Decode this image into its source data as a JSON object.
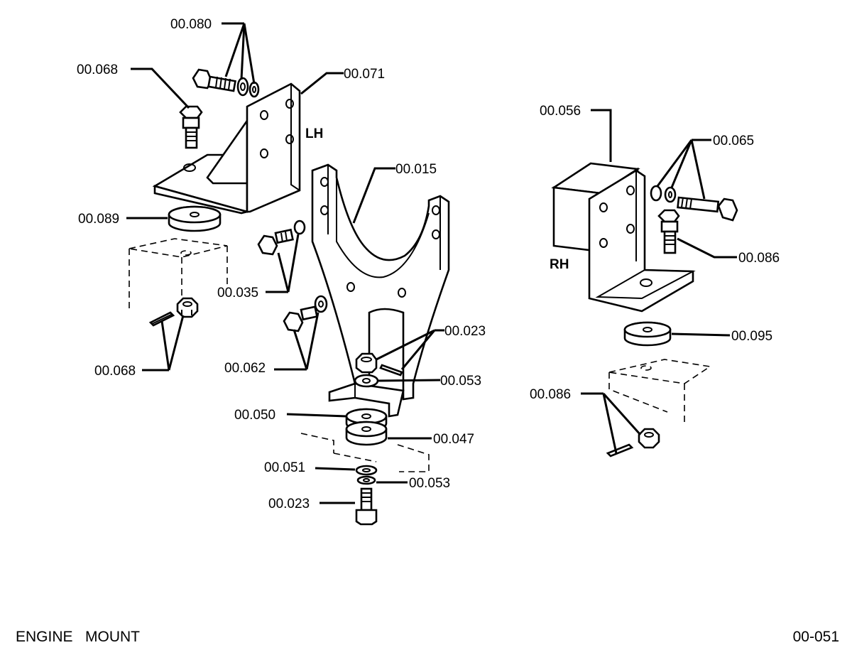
{
  "footer": {
    "title": "ENGINE   MOUNT",
    "page": "00-051"
  },
  "side_labels": {
    "lh": "LH",
    "rh": "RH"
  },
  "callouts": {
    "c_080": "00.080",
    "c_068_top": "00.068",
    "c_071": "00.071",
    "c_015": "00.015",
    "c_089": "00.089",
    "c_035": "00.035",
    "c_068_bottom": "00.068",
    "c_062": "00.062",
    "c_023_top": "00.023",
    "c_053_top": "00.053",
    "c_050": "00.050",
    "c_047": "00.047",
    "c_051": "00.051",
    "c_053_bottom": "00.053",
    "c_023_bottom": "00.023",
    "c_056": "00.056",
    "c_065": "00.065",
    "c_086_top": "00.086",
    "c_095": "00.095",
    "c_086_bottom": "00.086"
  }
}
